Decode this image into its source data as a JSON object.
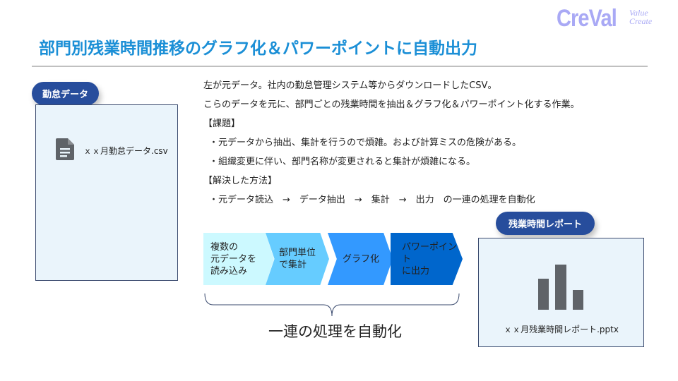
{
  "logo": {
    "main": "CreVal",
    "sub_line1": "Value",
    "sub_line2": "Create"
  },
  "title": "部門別残業時間推移のグラフ化＆パワーポイントに自動出力",
  "left_panel": {
    "pill": "勤怠データ",
    "file_icon": "document-icon",
    "file_name": "ｘｘ月勤怠データ.csv"
  },
  "description": [
    "左が元データ。社内の勤怠管理システム等からダウンロードしたCSV。",
    "こらのデータを元に、部門ごとの残業時間を抽出＆グラフ化＆パワーポイント化する作業。",
    "【課題】",
    "・元データから抽出、集計を行うので煩雑。および計算ミスの危険がある。",
    "・組織変更に伴い、部門名称が変更されると集計が煩雑になる。",
    "【解決した方法】",
    "・元データ読込　→　データ抽出　→　集計　→　出力　の一連の処理を自動化"
  ],
  "flow": {
    "steps": [
      {
        "line1": "複数の",
        "line2": "元データを",
        "line3": "読み込み",
        "color": "#ccf9ff"
      },
      {
        "line1": "部門単位",
        "line2": "で集計",
        "color": "#66ccff"
      },
      {
        "line1": "グラフ化",
        "color": "#3399ff"
      },
      {
        "line1": "パワーポイント",
        "line2": "に出力",
        "color": "#0066cc"
      }
    ],
    "caption": "一連の処理を自動化"
  },
  "right_panel": {
    "pill": "残業時間レポート",
    "icon": "bar-chart-icon",
    "file_name": "ｘｘ月残業時間レポート.pptx"
  }
}
